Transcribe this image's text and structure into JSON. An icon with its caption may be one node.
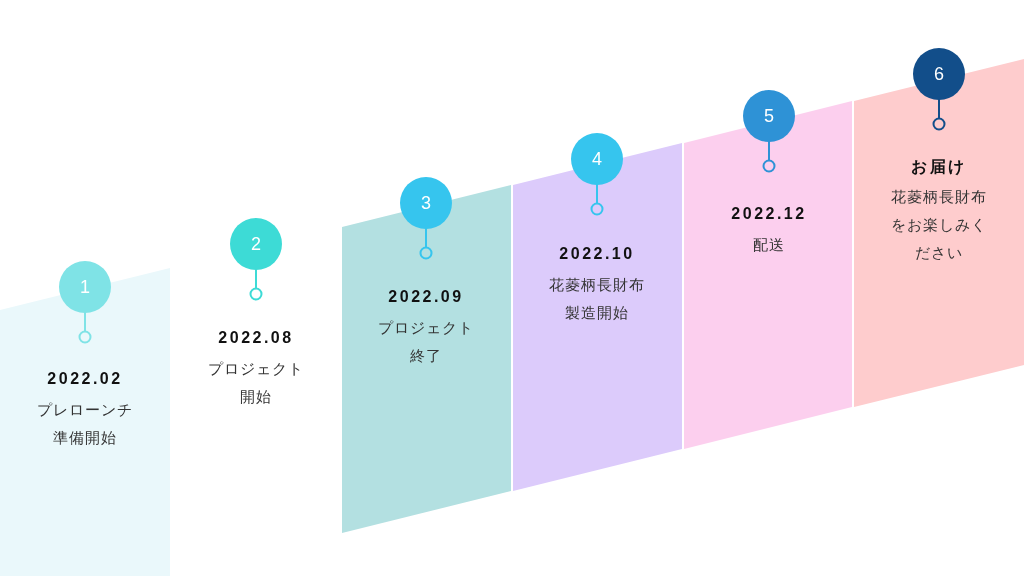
{
  "diagram": {
    "nodes": [
      {
        "text": [
          "1"
        ],
        "beside": [
          "2022.02",
          "プレローンチ準備開始"
        ]
      },
      {
        "text": [
          "2"
        ],
        "beside": [
          "2022.08",
          "プロジェクト開始"
        ]
      },
      {
        "text": [
          "3"
        ],
        "beside": [
          "2022.09",
          "プロジェクト終了"
        ]
      },
      {
        "text": [
          "4"
        ],
        "beside": [
          "2022.10",
          "花菱柄長財布製造開始"
        ]
      },
      {
        "text": [
          "5"
        ],
        "beside": [
          "2022.12",
          "配送"
        ]
      },
      {
        "text": [
          "6"
        ],
        "beside": [
          "お届け",
          "花菱柄長財布をお楽しみください"
        ]
      }
    ],
    "edges": []
  }
}
